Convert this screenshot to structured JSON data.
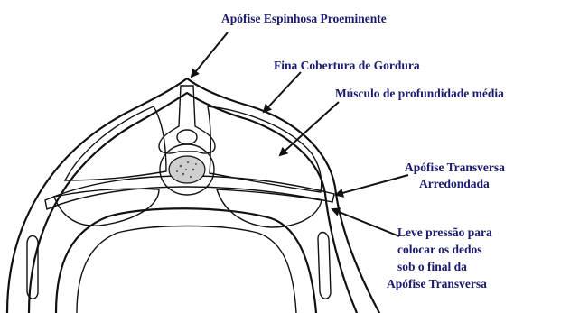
{
  "labels": {
    "spinous": "Apófise Espinhosa Proeminente",
    "fat": "Fina Cobertura de Gordura",
    "muscle": "Músculo de profundidade média",
    "transverse_1": "Apófise Transversa",
    "transverse_2": "Arredondada",
    "pressure_1": "Leve pressão para",
    "pressure_2": "colocar os dedos",
    "pressure_3": "sob o final da",
    "pressure_4": "Apófise Transversa"
  }
}
